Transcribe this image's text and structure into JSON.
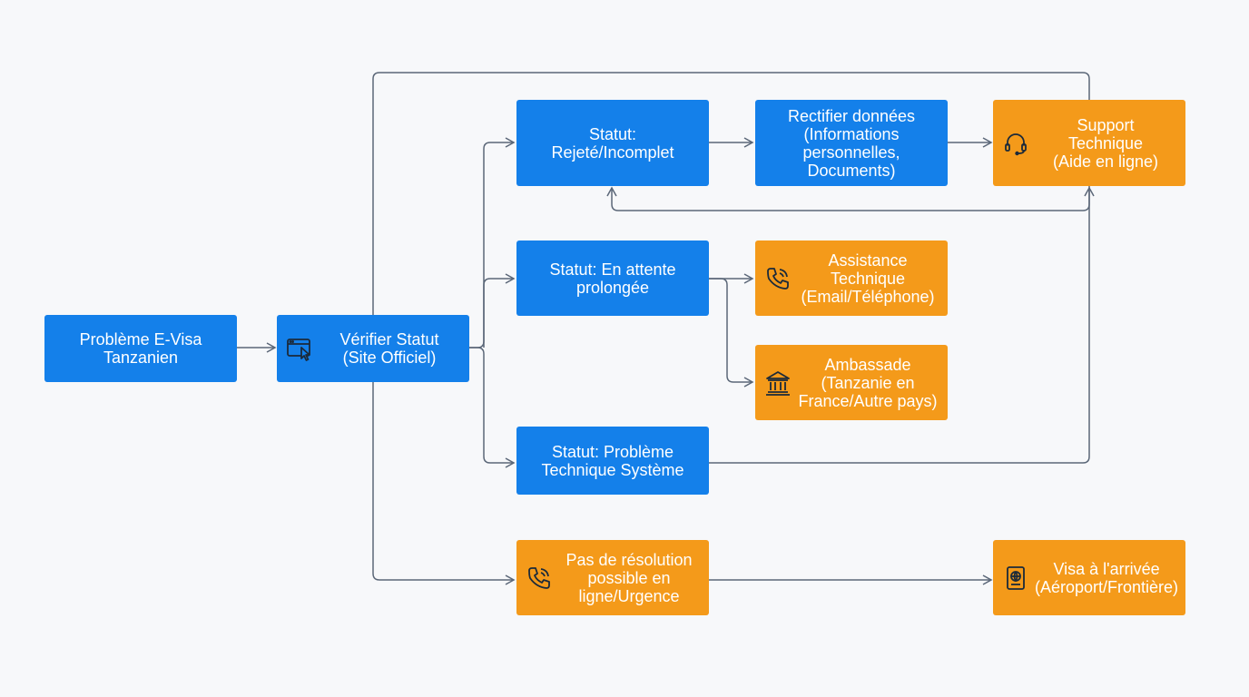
{
  "colors": {
    "background": "#f7f8fa",
    "blue_node": "#1480ea",
    "orange_node": "#f49a1a",
    "connector": "#5b6778",
    "text": "#ffffff",
    "icon": "#1b2a3a"
  },
  "nodes": {
    "start": {
      "lines": [
        "Problème E-Visa",
        "Tanzanien"
      ]
    },
    "verify": {
      "lines": [
        "Vérifier Statut",
        "(Site Officiel)"
      ],
      "icon": "browser-cursor-icon"
    },
    "rejected": {
      "lines": [
        "Statut:",
        "Rejeté/Incomplet"
      ]
    },
    "rectify": {
      "lines": [
        "Rectifier données",
        "(Informations",
        "personnelles,",
        "Documents)"
      ]
    },
    "support": {
      "lines": [
        "Support",
        "Technique",
        "(Aide en ligne)"
      ],
      "icon": "headset-icon"
    },
    "pending": {
      "lines": [
        "Statut: En attente",
        "prolongée"
      ]
    },
    "assistance": {
      "lines": [
        "Assistance",
        "Technique",
        "(Email/Téléphone)"
      ],
      "icon": "phone-icon"
    },
    "embassy": {
      "lines": [
        "Ambassade",
        "(Tanzanie en",
        "France/Autre pays)"
      ],
      "icon": "embassy-building-icon"
    },
    "system": {
      "lines": [
        "Statut: Problème",
        "Technique Système"
      ]
    },
    "urgent": {
      "lines": [
        "Pas de résolution",
        "possible en",
        "ligne/Urgence"
      ],
      "icon": "phone-icon"
    },
    "arrival": {
      "lines": [
        "Visa à l'arrivée",
        "(Aéroport/Frontière)"
      ],
      "icon": "passport-icon"
    }
  }
}
